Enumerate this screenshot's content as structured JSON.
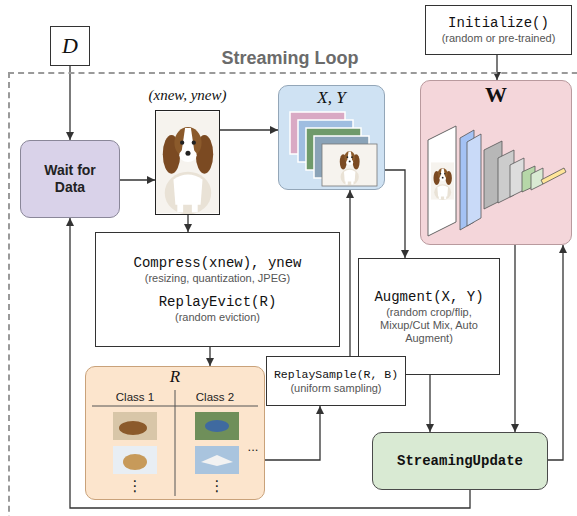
{
  "diagram": {
    "nodes": [
      {
        "text": [
          "D"
        ]
      },
      {
        "text": [
          "Initialize()",
          "(random or pre-trained)"
        ]
      },
      {
        "text": [
          "Streaming Loop"
        ]
      },
      {
        "text": [
          "Wait for Data"
        ],
        "in": 2
      },
      {
        "text": [
          "(xnew, ynew)"
        ],
        "in": 2
      },
      {
        "text": [
          "X, Y"
        ],
        "in": 2
      },
      {
        "text": [
          "W"
        ],
        "in": 2
      },
      {
        "text": [
          "Compress(xnew), ynew",
          "(resizing, quantization, JPEG)",
          "ReplayEvict(R)",
          "(random eviction)"
        ],
        "in": 2
      },
      {
        "text": [
          "Augment(X, Y)",
          "(random crop/flip, Mixup/Cut Mix, Auto Augment)"
        ],
        "in": 2
      },
      {
        "text": [
          "ReplaySample(R, B)",
          "(uniform sampling)"
        ],
        "in": 2
      },
      {
        "text": [
          "R"
        ],
        "in": 2
      },
      {
        "text": [
          "StreamingUpdate"
        ],
        "in": 2
      }
    ],
    "edges": [
      {
        "from": 0,
        "to": 3,
        "arrow": "to"
      },
      {
        "from": 1,
        "to": 6,
        "arrow": "to"
      },
      {
        "from": 3,
        "to": 4,
        "arrow": "to"
      },
      {
        "from": 4,
        "to": 5,
        "arrow": "to"
      },
      {
        "from": 4,
        "to": 7,
        "arrow": "to"
      },
      {
        "from": 5,
        "to": 8,
        "arrow": "to"
      },
      {
        "from": 7,
        "to": 10,
        "arrow": "to"
      },
      {
        "from": 10,
        "to": 9,
        "arrow": "to"
      },
      {
        "from": 9,
        "to": 5,
        "arrow": "to"
      },
      {
        "from": 6,
        "to": 11,
        "arrow": "to"
      },
      {
        "from": 8,
        "to": 11,
        "arrow": "to"
      },
      {
        "from": 11,
        "to": 6,
        "arrow": "to"
      },
      {
        "from": 11,
        "to": 3,
        "arrow": "to"
      }
    ],
    "labels": [
      "Class 1",
      "Class 2",
      "...",
      "⋮",
      "⋮"
    ]
  }
}
